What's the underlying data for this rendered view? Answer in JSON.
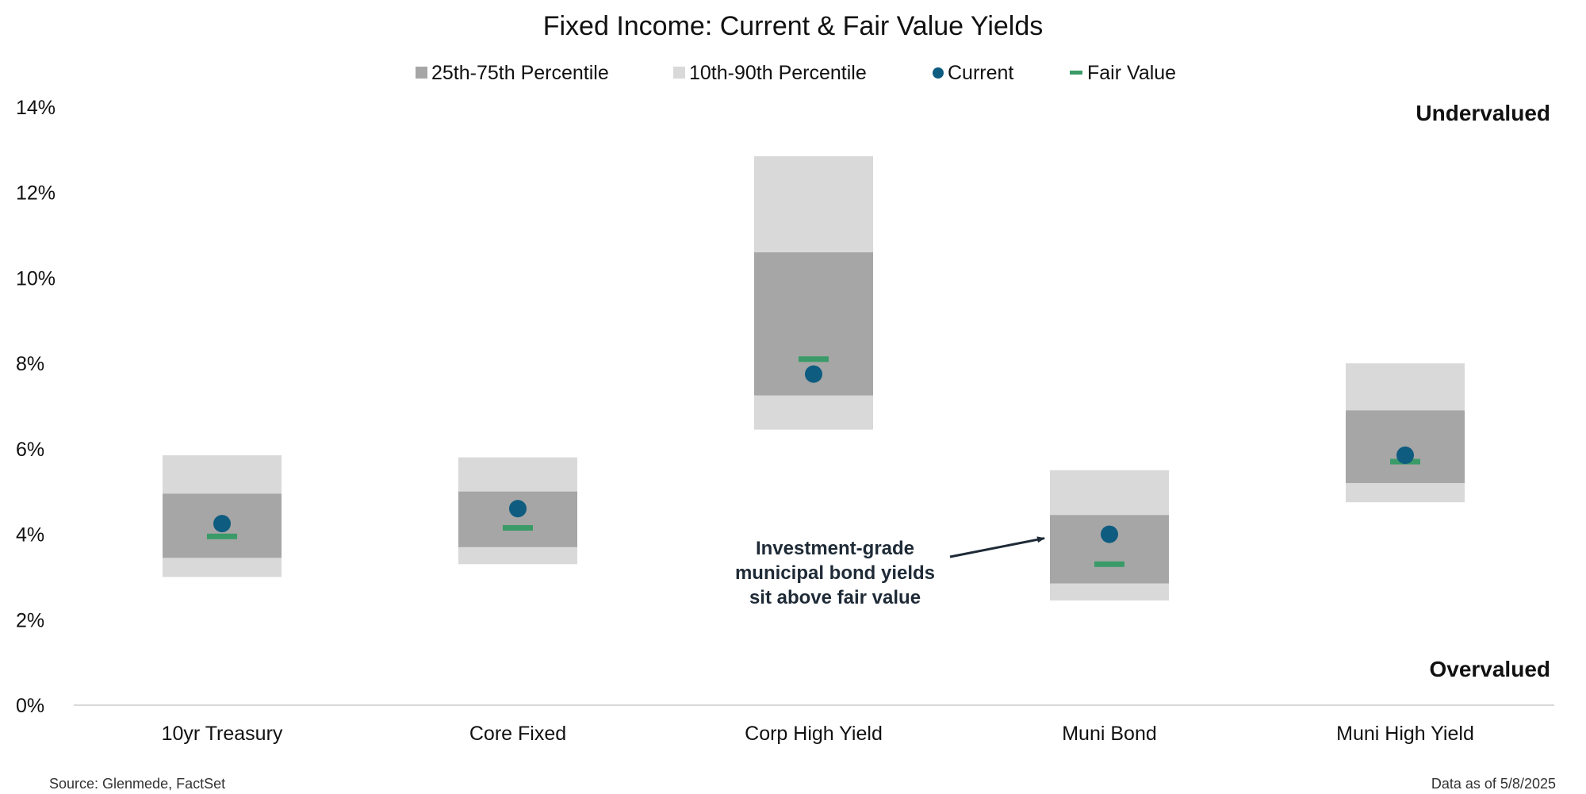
{
  "chart_data": {
    "type": "range",
    "title": "Fixed Income: Current & Fair Value Yields",
    "categories": [
      "10yr Treasury",
      "Core Fixed",
      "Corp High Yield",
      "Muni Bond",
      "Muni High Yield"
    ],
    "series": [
      {
        "name": "10th-90th Percentile",
        "low": [
          3.0,
          3.3,
          6.45,
          2.45,
          4.75
        ],
        "high": [
          5.85,
          5.8,
          12.85,
          5.5,
          8.0
        ]
      },
      {
        "name": "25th-75th Percentile",
        "low": [
          3.45,
          3.7,
          7.25,
          2.85,
          5.2
        ],
        "high": [
          4.95,
          5.0,
          10.6,
          4.45,
          6.9
        ]
      },
      {
        "name": "Current",
        "values": [
          4.25,
          4.6,
          7.75,
          4.0,
          5.85
        ]
      },
      {
        "name": "Fair Value",
        "values": [
          3.95,
          4.15,
          8.1,
          3.3,
          5.7
        ]
      }
    ],
    "y_ticks": [
      "0%",
      "2%",
      "4%",
      "6%",
      "8%",
      "10%",
      "12%",
      "14%"
    ],
    "ylim": [
      0,
      14
    ],
    "grid": false,
    "legend_position": "top-center",
    "colors": {
      "iqr": "#a6a6a6",
      "range": "#d9d9d9",
      "current": "#0e5c80",
      "fair_value": "#3a9b68",
      "axis": "#d9d9d9",
      "annotation": "#1e2a36"
    },
    "zone_labels": {
      "top": "Undervalued",
      "bottom": "Overvalued"
    },
    "annotation": {
      "lines": [
        "Investment-grade",
        "municipal bond yields",
        "sit above fair value"
      ],
      "target_category": "Muni Bond",
      "target_value": 4.0
    }
  },
  "footer": {
    "source": "Source: Glenmede, FactSet",
    "date": "Data as of 5/8/2025"
  }
}
